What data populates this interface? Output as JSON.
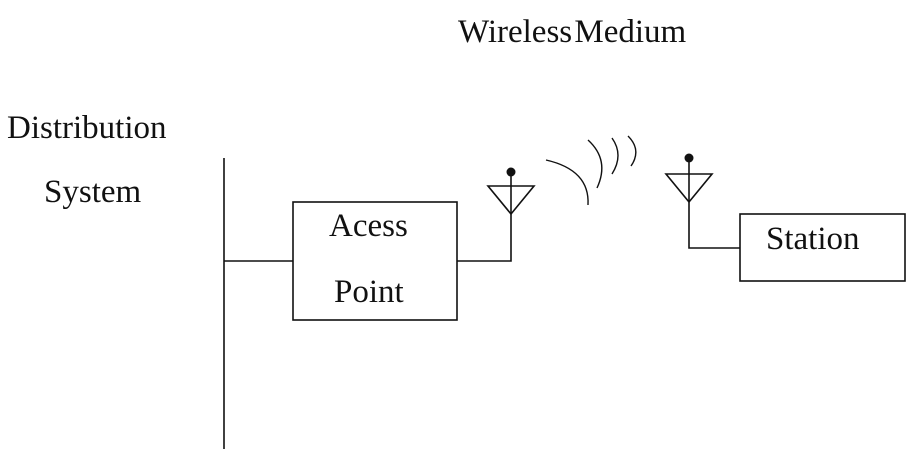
{
  "diagram": {
    "wireless_medium_label": "Wireless Medium",
    "distribution_system": {
      "line1": "Distribution",
      "line2": "System"
    },
    "access_point": {
      "line1": "Acess",
      "line2": "Point"
    },
    "station_label": "Station"
  }
}
